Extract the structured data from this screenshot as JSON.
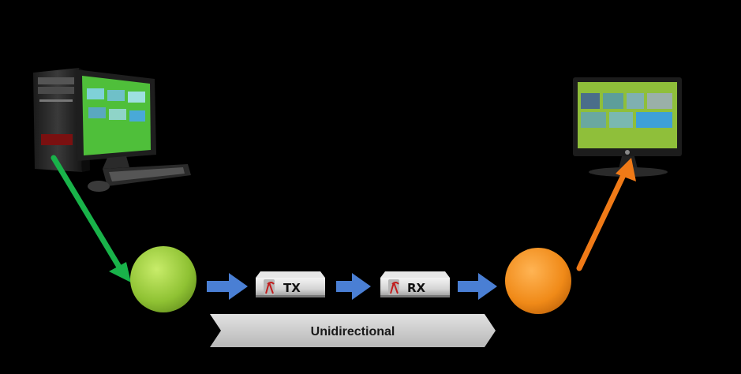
{
  "devices": {
    "source": {
      "icon": "desktop-computer-icon"
    },
    "display": {
      "icon": "monitor-icon"
    }
  },
  "tx_box": {
    "label": "TX",
    "icon": "antenna-logo-icon"
  },
  "rx_box": {
    "label": "RX",
    "icon": "antenna-logo-icon"
  },
  "banner": {
    "label": "Unidirectional"
  },
  "colors": {
    "background": "#000000",
    "input_arrow": "#19b34a",
    "output_arrow": "#f07a17",
    "flow_arrow": "#4a7fd4",
    "input_node": "#9ccf3a",
    "output_node": "#f08c1a",
    "banner": "#cfcfcf",
    "screen_green": "#8fbf3a"
  }
}
